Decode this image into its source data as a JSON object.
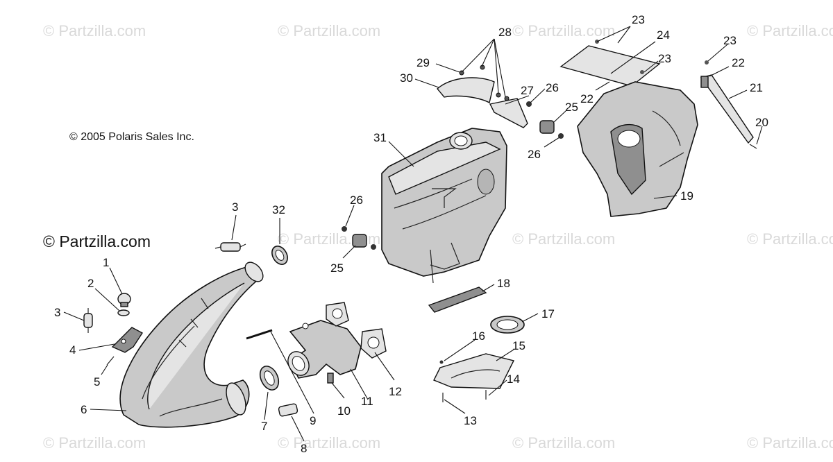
{
  "watermark": "© Partzilla.com",
  "copyright": "© 2005 Polaris Sales Inc.",
  "site_label": "© Partzilla.com",
  "callouts": {
    "c1": "1",
    "c2": "2",
    "c3a": "3",
    "c3b": "3",
    "c4": "4",
    "c5": "5",
    "c6": "6",
    "c7": "7",
    "c8": "8",
    "c9": "9",
    "c10": "10",
    "c11": "11",
    "c12": "12",
    "c13": "13",
    "c14": "14",
    "c15": "15",
    "c16": "16",
    "c17": "17",
    "c18": "18",
    "c19": "19",
    "c20": "20",
    "c21": "21",
    "c22a": "22",
    "c22b": "22",
    "c23a": "23",
    "c23b": "23",
    "c23c": "23",
    "c24": "24",
    "c25a": "25",
    "c25b": "25",
    "c26a": "26",
    "c26b": "26",
    "c26c": "26",
    "c27": "27",
    "c28": "28",
    "c29": "29",
    "c30": "30",
    "c31": "31",
    "c32": "32"
  }
}
